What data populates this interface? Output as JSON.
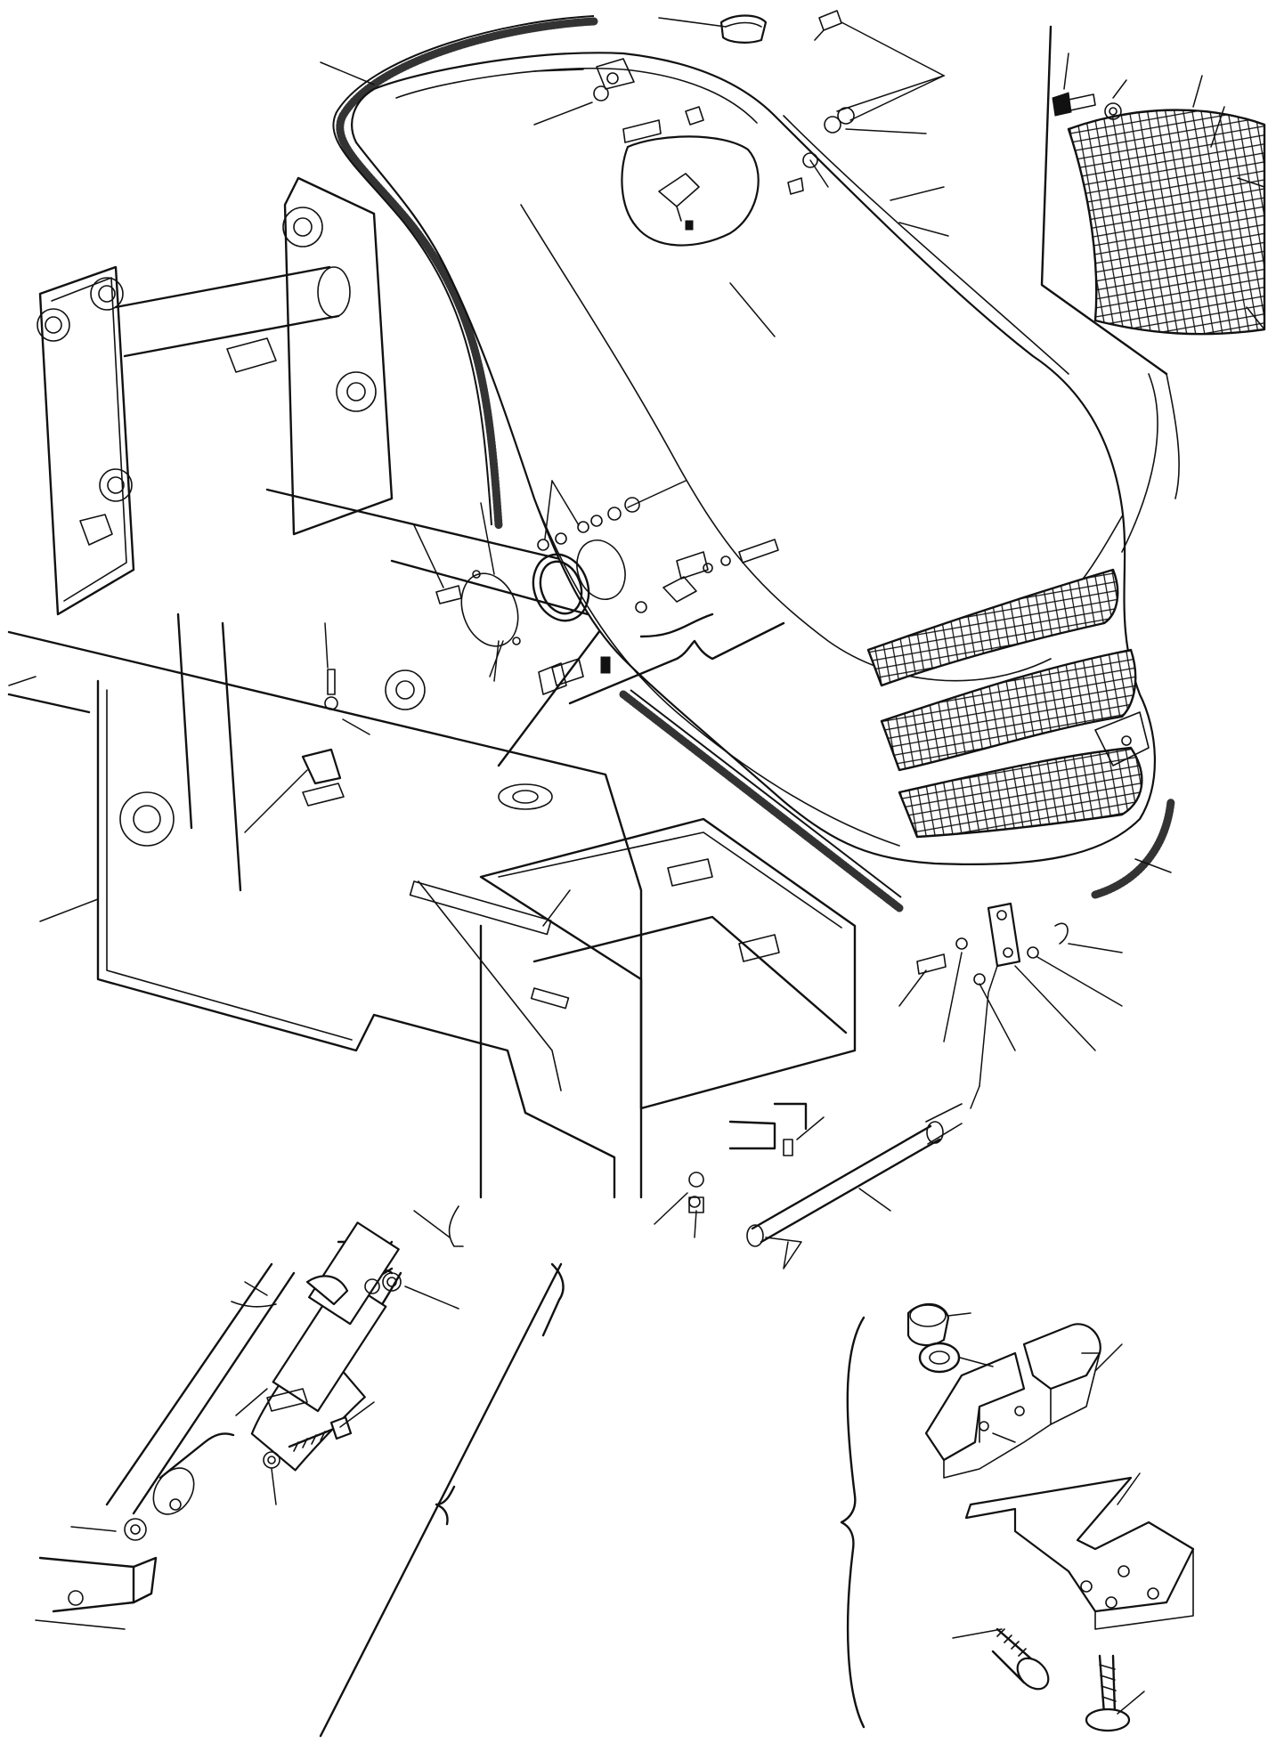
{
  "diagram": {
    "background": "#ffffff",
    "line_color": "#111111",
    "parts": [
      {
        "id": "bonnet-hood",
        "icon": "engine-hood-icon"
      },
      {
        "id": "hood-seal-strip",
        "icon": "rubber-seal-icon"
      },
      {
        "id": "front-grille-mesh",
        "icon": "mesh-grille-icon"
      },
      {
        "id": "detail-mesh-panel",
        "icon": "mesh-panel-icon"
      },
      {
        "id": "chassis-frame",
        "icon": "frame-icon"
      },
      {
        "id": "hood-hinge-rod",
        "icon": "hinge-rod-icon"
      },
      {
        "id": "gas-strut",
        "icon": "gas-strut-icon"
      },
      {
        "id": "hood-latch-assembly",
        "icon": "latch-icon"
      },
      {
        "id": "latch-bracket",
        "icon": "bracket-icon"
      },
      {
        "id": "bonnet-catch-inset",
        "icon": "catch-icon"
      }
    ]
  }
}
